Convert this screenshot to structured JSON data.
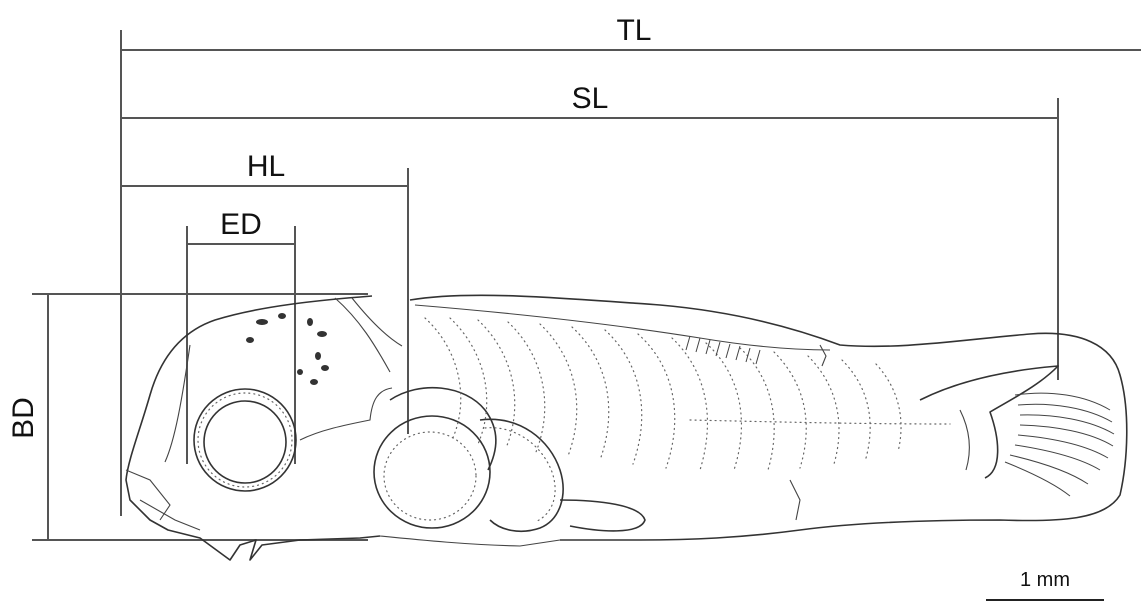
{
  "diagram": {
    "labels": {
      "total_length": "TL",
      "standard_length": "SL",
      "head_length": "HL",
      "eye_diameter": "ED",
      "body_depth": "BD"
    },
    "scale_bar": {
      "label": "1 mm"
    },
    "colors": {
      "ink": "#333333",
      "lines": "#555555",
      "background": "#ffffff"
    }
  }
}
